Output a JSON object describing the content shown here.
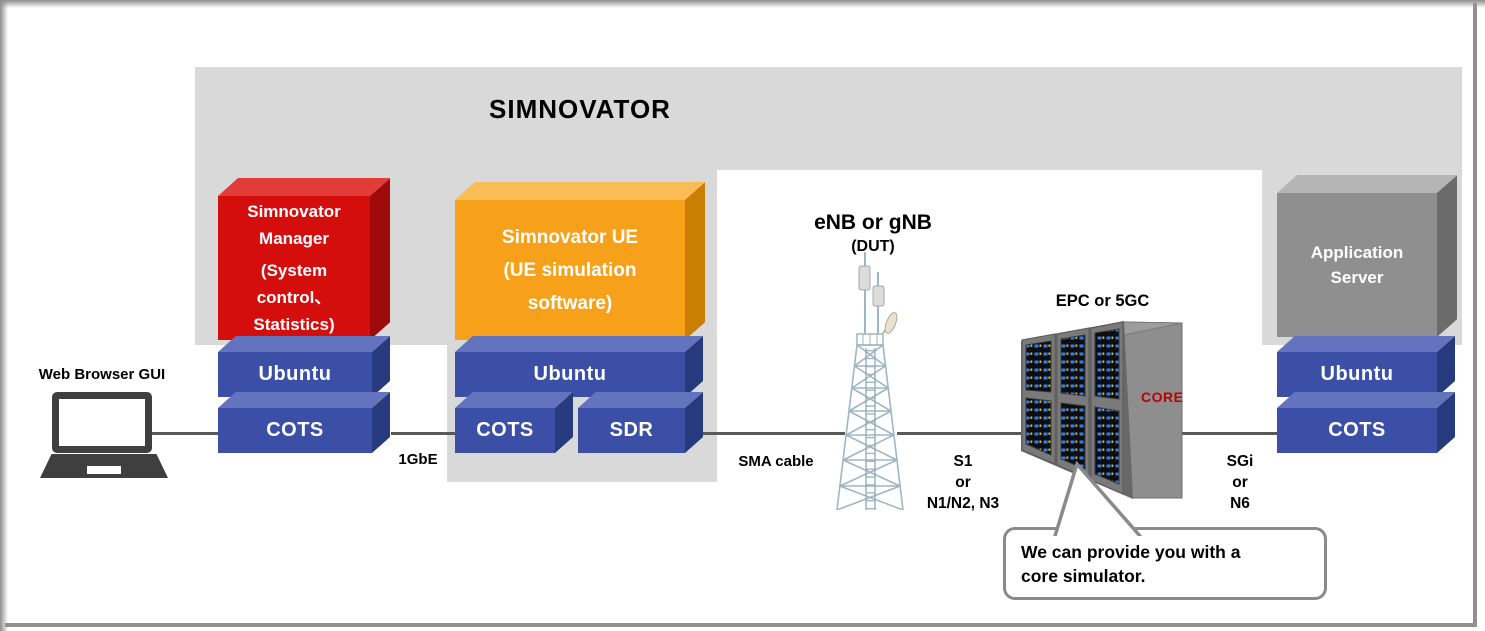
{
  "colors": {
    "panel_bg": "#d9d9d9",
    "manager_red": "#d40d0d",
    "ue_orange": "#f7a11b",
    "stack_blue": "#3a4fa5",
    "app_gray": "#8f8f8f",
    "core_text_red": "#c00000",
    "cable_line": "#595959"
  },
  "header": {
    "title": "SIMNOVATOR"
  },
  "client": {
    "label": "Web Browser GUI"
  },
  "manager": {
    "lines": [
      "Simnovator",
      "Manager",
      "(System",
      "control、",
      "Statistics)"
    ],
    "os": "Ubuntu",
    "hw": "COTS"
  },
  "ue": {
    "lines": [
      "Simnovator UE",
      "(UE simulation",
      "software)"
    ],
    "os": "Ubuntu",
    "hw": "COTS",
    "radio": "SDR"
  },
  "enb": {
    "title": "eNB or gNB",
    "subtitle": "(DUT)"
  },
  "core": {
    "title": "EPC or 5GC",
    "side_label": "CORE"
  },
  "app": {
    "lines": [
      "Application",
      "Server"
    ],
    "os": "Ubuntu",
    "hw": "COTS"
  },
  "links": {
    "gbe": "1GbE",
    "sma": "SMA cable",
    "s1_lines": [
      "S1",
      "or",
      "N1/N2, N3"
    ],
    "sgi_lines": [
      "SGi",
      "or",
      "N6"
    ]
  },
  "callout": {
    "lines": [
      "We can provide you with a",
      "core simulator."
    ]
  }
}
